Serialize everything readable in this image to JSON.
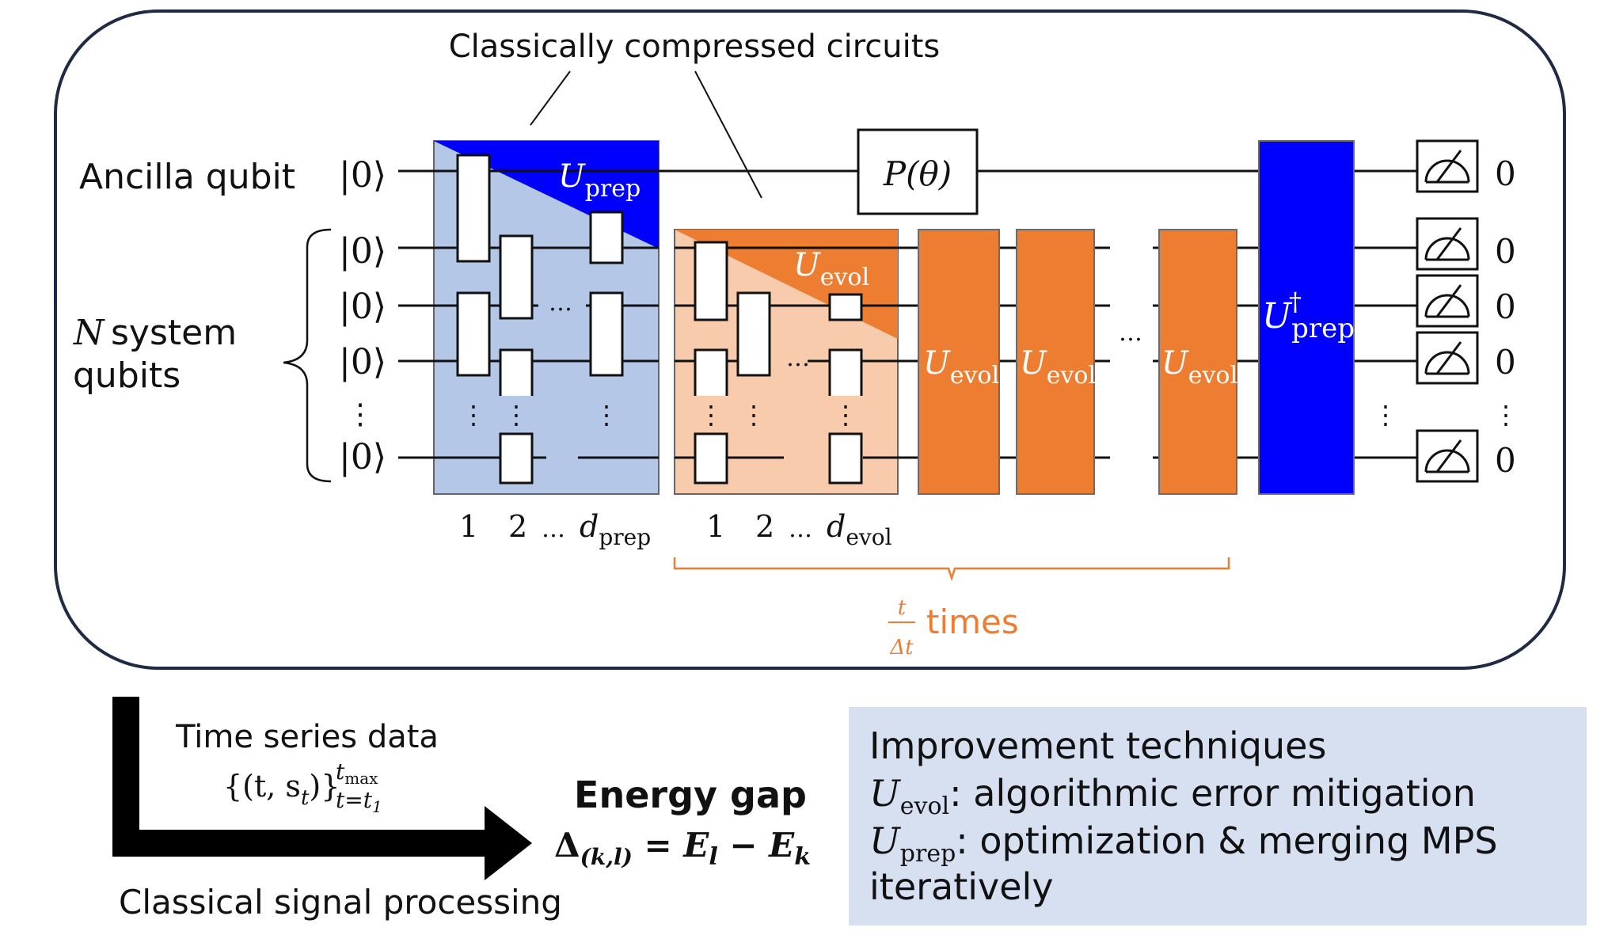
{
  "labels": {
    "compressed": "Classically compressed circuits",
    "ancilla": "Ancilla qubit",
    "n_sym": "N",
    "system_line1": "system",
    "system_line2": "qubits",
    "ket0": "|0⟩",
    "vdots": "⋮",
    "hdots": "…",
    "dots_short": "…",
    "ptheta": "P(θ)",
    "u_letter": "U",
    "prep": "prep",
    "evol": "evol",
    "dagger": "†",
    "one": "1",
    "two": "2",
    "d": "d",
    "dots_label": "…",
    "frac_t": "t",
    "frac_dt": "Δt",
    "times": "times",
    "meas_zero": "0",
    "time_series": "Time series data",
    "set_expr": "{(t, s",
    "set_sub": "t",
    "set_close": ")}",
    "t_max": "t",
    "t_max_sub": "max",
    "t_eq": "t=t",
    "t_eq_sub": "1",
    "classical_proc": "Classical signal processing",
    "energy_gap": "Energy gap",
    "gap_delta": "Δ",
    "gap_sub": "(k,l)",
    "gap_eq": " = E",
    "gap_l": "l",
    "gap_minus": " − E",
    "gap_k": "k"
  },
  "improvement": {
    "title": "Improvement techniques",
    "uevol_sym": "U",
    "uevol_sub": "evol",
    "uevol_text": ": algorithmic error mitigation",
    "uprep_sym": "U",
    "uprep_sub": "prep",
    "uprep_text": ": optimization & merging MPS",
    "uprep_text2": "iteratively"
  },
  "colors": {
    "frame": "#1f2a44",
    "prep_light": "#b4c7e7",
    "prep_dark": "#0000ff",
    "evol_light": "#f8cbad",
    "evol_dark": "#ed7d31",
    "improve_bg": "#d7e0f1",
    "text": "#111111"
  }
}
